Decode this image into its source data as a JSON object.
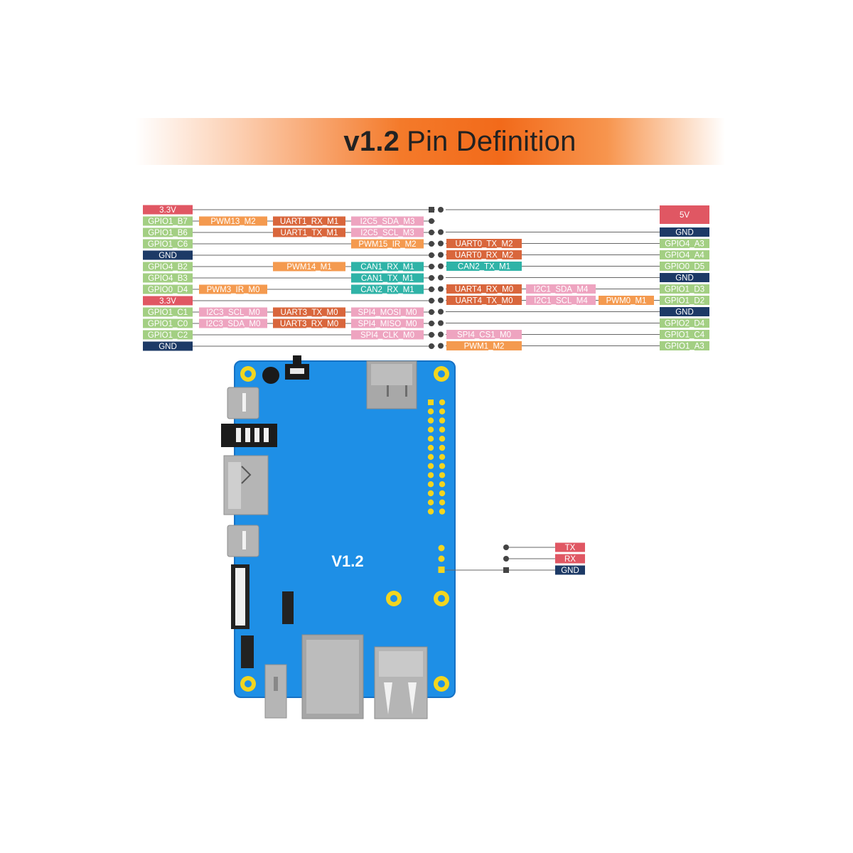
{
  "title": {
    "version": "v1.2",
    "text": "Pin Definition"
  },
  "colors": {
    "power": "#e05763",
    "gnd": "#1d3a66",
    "gpio": "#a3cf83",
    "pwm": "#f49a4f",
    "uart": "#d9663c",
    "i2c": "#eea4c0",
    "can": "#2fb3a7",
    "spi": "#eea4c0",
    "board": "#1e8fe6",
    "board_edge": "#1671c4"
  },
  "header": {
    "left_pins": [
      {
        "label": "3.3V",
        "type": "power",
        "funcs": []
      },
      {
        "label": "GPIO1_B7",
        "type": "gpio",
        "funcs": [
          {
            "col": 0,
            "label": "PWM13_M2",
            "type": "pwm"
          },
          {
            "col": 1,
            "label": "UART1_RX_M1",
            "type": "uart"
          },
          {
            "col": 2,
            "label": "I2C5_SDA_M3",
            "type": "i2c"
          }
        ]
      },
      {
        "label": "GPIO1_B6",
        "type": "gpio",
        "funcs": [
          {
            "col": 1,
            "label": "UART1_TX_M1",
            "type": "uart"
          },
          {
            "col": 2,
            "label": "I2C5_SCL_M3",
            "type": "i2c"
          }
        ]
      },
      {
        "label": "GPIO1_C6",
        "type": "gpio",
        "funcs": [
          {
            "col": 2,
            "label": "PWM15_IR_M2",
            "type": "pwm"
          }
        ]
      },
      {
        "label": "GND",
        "type": "gnd",
        "funcs": []
      },
      {
        "label": "GPIO4_B2",
        "type": "gpio",
        "funcs": [
          {
            "col": 1,
            "label": "PWM14_M1",
            "type": "pwm"
          },
          {
            "col": 2,
            "label": "CAN1_RX_M1",
            "type": "can"
          }
        ]
      },
      {
        "label": "GPIO4_B3",
        "type": "gpio",
        "funcs": [
          {
            "col": 2,
            "label": "CAN1_TX_M1",
            "type": "can"
          }
        ]
      },
      {
        "label": "GPIO0_D4",
        "type": "gpio",
        "funcs": [
          {
            "col": 0,
            "label": "PWM3_IR_M0",
            "type": "pwm"
          },
          {
            "col": 2,
            "label": "CAN2_RX_M1",
            "type": "can"
          }
        ]
      },
      {
        "label": "3.3V",
        "type": "power",
        "funcs": []
      },
      {
        "label": "GPIO1_C1",
        "type": "gpio",
        "funcs": [
          {
            "col": 0,
            "label": "I2C3_SCL_M0",
            "type": "i2c"
          },
          {
            "col": 1,
            "label": "UART3_TX_M0",
            "type": "uart"
          },
          {
            "col": 2,
            "label": "SPI4_MOSI_M0",
            "type": "spi"
          }
        ]
      },
      {
        "label": "GPIO1_C0",
        "type": "gpio",
        "funcs": [
          {
            "col": 0,
            "label": "I2C3_SDA_M0",
            "type": "i2c"
          },
          {
            "col": 1,
            "label": "UART3_RX_M0",
            "type": "uart"
          },
          {
            "col": 2,
            "label": "SPI4_MISO_M0",
            "type": "spi"
          }
        ]
      },
      {
        "label": "GPIO1_C2",
        "type": "gpio",
        "funcs": [
          {
            "col": 2,
            "label": "SPI4_CLK_M0",
            "type": "spi"
          }
        ]
      },
      {
        "label": "GND",
        "type": "gnd",
        "funcs": []
      }
    ],
    "right_pins": [
      {
        "label": "5V",
        "type": "power",
        "funcs": []
      },
      {
        "label": "GND",
        "type": "gnd",
        "funcs": []
      },
      {
        "label": "GPIO4_A3",
        "type": "gpio",
        "funcs": [
          {
            "col": 0,
            "label": "UART0_TX_M2",
            "type": "uart"
          }
        ]
      },
      {
        "label": "GPIO4_A4",
        "type": "gpio",
        "funcs": [
          {
            "col": 0,
            "label": "UART0_RX_M2",
            "type": "uart"
          }
        ]
      },
      {
        "label": "GPIO0_D5",
        "type": "gpio",
        "funcs": [
          {
            "col": 0,
            "label": "CAN2_TX_M1",
            "type": "can"
          }
        ]
      },
      {
        "label": "GND",
        "type": "gnd",
        "funcs": []
      },
      {
        "label": "GPIO1_D3",
        "type": "gpio",
        "funcs": [
          {
            "col": 0,
            "label": "UART4_RX_M0",
            "type": "uart"
          },
          {
            "col": 1,
            "label": "I2C1_SDA_M4",
            "type": "i2c"
          }
        ]
      },
      {
        "label": "GPIO1_D2",
        "type": "gpio",
        "funcs": [
          {
            "col": 0,
            "label": "UART4_TX_M0",
            "type": "uart"
          },
          {
            "col": 1,
            "label": "I2C1_SCL_M4",
            "type": "i2c"
          },
          {
            "col": 2,
            "label": "PWM0_M1",
            "type": "pwm"
          }
        ]
      },
      {
        "label": "GND",
        "type": "gnd",
        "funcs": []
      },
      {
        "label": "GPIO2_D4",
        "type": "gpio",
        "funcs": []
      },
      {
        "label": "GPIO1_C4",
        "type": "gpio",
        "funcs": [
          {
            "col": 0,
            "label": "SPI4_CS1_M0",
            "type": "spi"
          }
        ]
      },
      {
        "label": "GPIO1_A3",
        "type": "gpio",
        "funcs": [
          {
            "col": 0,
            "label": "PWM1_M2",
            "type": "pwm"
          }
        ]
      }
    ]
  },
  "debug_uart": [
    {
      "label": "TX",
      "type": "power"
    },
    {
      "label": "RX",
      "type": "power"
    },
    {
      "label": "GND",
      "type": "gnd"
    }
  ],
  "board": {
    "label": "V1.2"
  }
}
